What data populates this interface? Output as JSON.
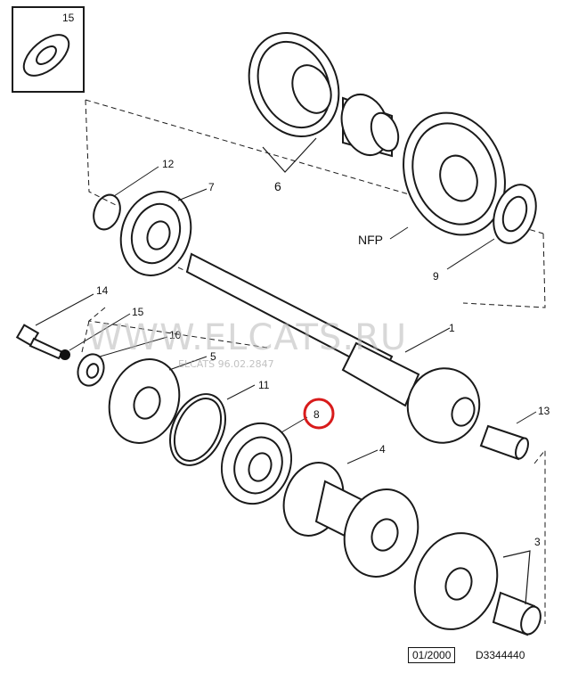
{
  "callouts": {
    "c15_inset": "15",
    "c6": "6",
    "c12": "12",
    "c7": "7",
    "cNFP": "NFP",
    "c9": "9",
    "c14": "14",
    "c15": "15",
    "c10": "10",
    "c5": "5",
    "c1": "1",
    "c11": "11",
    "c8": "8",
    "c13": "13",
    "c4": "4",
    "c3": "3"
  },
  "watermark": {
    "main": "WWW.ELCATS.RU",
    "sub": "ELCATS 96.02.2847"
  },
  "footer": {
    "date_code": "01/2000",
    "drawing_number": "D3344440"
  },
  "colors": {
    "ink": "#1a1a1a",
    "highlight": "#d81b1b",
    "watermark": "#b9b9b9"
  }
}
